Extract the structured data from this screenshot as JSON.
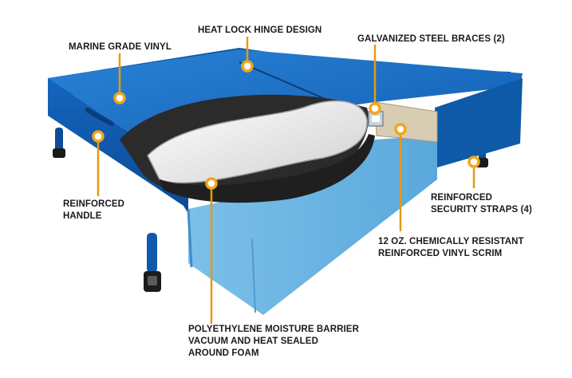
{
  "colors": {
    "vinyl_dark": "#0b4f9e",
    "vinyl_mid": "#1467c0",
    "vinyl_top": "#1f74c9",
    "skirt_light": "#6fb6e2",
    "foam_white": "#f2f2f2",
    "foam_core_dark": "#2b2b2b",
    "scrim_tan": "#d8cdb3",
    "callout_orange": "#f2a51a",
    "leader_gold": "#e59a12"
  },
  "callouts": [
    {
      "id": "marine-grade-vinyl",
      "lines": [
        "MARINE GRADE VINYL"
      ]
    },
    {
      "id": "heat-lock-hinge",
      "lines": [
        "HEAT LOCK HINGE DESIGN"
      ]
    },
    {
      "id": "galvanized-braces",
      "lines": [
        "GALVANIZED STEEL BRACES (2)"
      ]
    },
    {
      "id": "reinforced-handle",
      "lines": [
        "REINFORCED",
        "HANDLE"
      ]
    },
    {
      "id": "security-straps",
      "lines": [
        "REINFORCED",
        "SECURITY STRAPS (4)"
      ]
    },
    {
      "id": "vinyl-scrim",
      "lines": [
        "12 OZ. CHEMICALLY RESISTANT",
        "REINFORCED VINYL SCRIM"
      ]
    },
    {
      "id": "moisture-barrier",
      "lines": [
        "POLYETHYLENE MOISTURE BARRIER",
        "VACUUM AND HEAT SEALED",
        "AROUND FOAM"
      ]
    }
  ]
}
